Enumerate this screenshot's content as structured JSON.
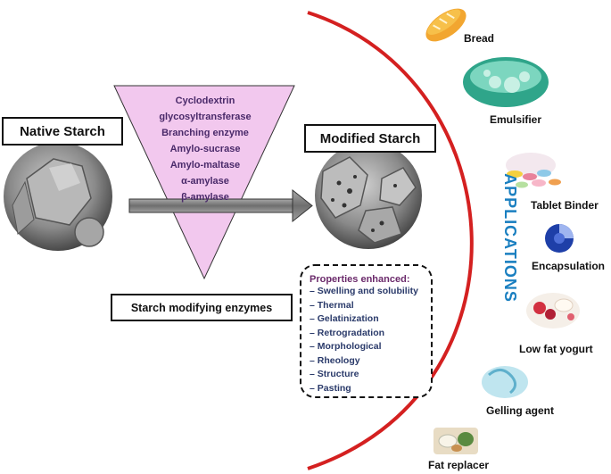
{
  "native_label": "Native Starch",
  "modified_label": "Modified Starch",
  "enzymes_caption": "Starch modifying enzymes",
  "enzymes": [
    "Cyclodextrin",
    "glycosyltransferase",
    "Branching enzyme",
    "Amylo-sucrase",
    "Amylo-maltase",
    "α-amylase",
    "β-amylase"
  ],
  "properties": {
    "title": "Properties enhanced:",
    "items": [
      "Swelling and solubility",
      "Thermal",
      "Gelatinization",
      "Retrogradation",
      "Morphological",
      "Rheology",
      "Structure",
      "Pasting"
    ]
  },
  "applications_title": "APPLICATIONS",
  "applications": [
    {
      "label": "Bread",
      "icon": "bread-icon"
    },
    {
      "label": "Emulsifier",
      "icon": "emulsifier-icon"
    },
    {
      "label": "Tablet Binder",
      "icon": "tablet-icon"
    },
    {
      "label": "Encapsulation",
      "icon": "encapsulation-icon"
    },
    {
      "label": "Low fat yogurt",
      "icon": "yogurt-icon"
    },
    {
      "label": "Gelling agent",
      "icon": "gel-icon"
    },
    {
      "label": "Fat replacer",
      "icon": "fat-replacer-icon"
    }
  ],
  "colors": {
    "arc": "#d42020",
    "applications_text": "#1a7fc0",
    "triangle_fill": "#f2c8ee",
    "arrow": "#808080"
  }
}
